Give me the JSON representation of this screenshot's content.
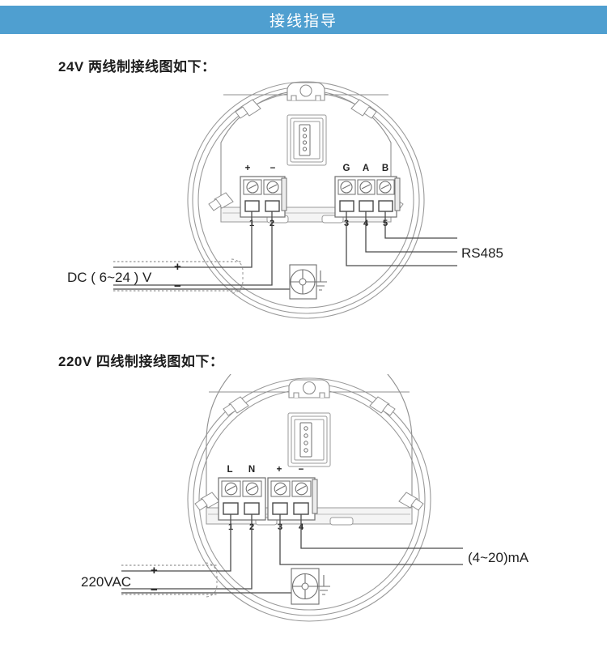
{
  "header": {
    "title": "接线指导",
    "bar_color": "#4f9fd0"
  },
  "sections": [
    {
      "heading": "24V 两线制接线图如下：",
      "terminal_blocks": [
        {
          "name": "power-terminal-block",
          "labels": [
            "+",
            "−"
          ],
          "numbers": [
            "1",
            "2"
          ]
        },
        {
          "name": "rs485-terminal-block",
          "labels": [
            "G",
            "A",
            "B"
          ],
          "numbers": [
            "3",
            "4",
            "5"
          ]
        }
      ],
      "left_label": "DC ( 6~24 ) V",
      "left_signs": [
        "+",
        "−"
      ],
      "right_label": "RS485",
      "ground_symbol": "earth-ground-screw"
    },
    {
      "heading": "220V 四线制接线图如下：",
      "terminal_blocks": [
        {
          "name": "mains-terminal-block",
          "labels": [
            "L",
            "N"
          ],
          "numbers": [
            "1",
            "2"
          ]
        },
        {
          "name": "current-output-terminal-block",
          "labels": [
            "+",
            "−"
          ],
          "numbers": [
            "3",
            "4"
          ]
        }
      ],
      "left_label": "220VAC",
      "left_signs": [
        "+",
        "−"
      ],
      "right_label": "(4~20)mA",
      "ground_symbol": "earth-ground-screw"
    }
  ],
  "colors": {
    "header_bg": "#4f9fd0",
    "line": "#5a5a5a",
    "housing_line": "#9a9a9a",
    "text": "#1d1d1d"
  }
}
